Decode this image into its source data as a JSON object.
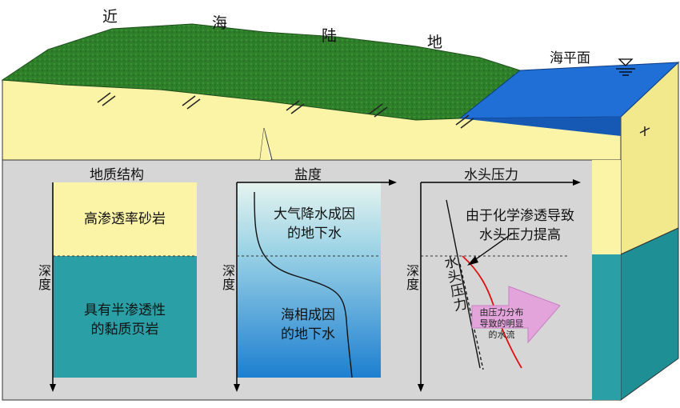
{
  "top_title": [
    "近",
    "海",
    "陆",
    "地"
  ],
  "sea_level_label": "海平面",
  "panels": {
    "geology": {
      "title": "地质结构",
      "upper_layer": "高渗透率砂岩",
      "lower_layer_line1": "具有半渗透性",
      "lower_layer_line2": "的黏质页岩",
      "depth_label": "深度"
    },
    "salinity": {
      "title": "盐度",
      "upper_line1": "大气降水成因",
      "upper_line2": "的地下水",
      "lower_line1": "海相成因",
      "lower_line2": "的地下水",
      "depth_label": "深度"
    },
    "head": {
      "title": "水头压力",
      "annotation_line1": "由于化学渗透导致",
      "annotation_line2": "水头压力提高",
      "curve_label": "水头压力",
      "depth_label": "深度",
      "flow_line1": "由压力分布",
      "flow_line2": "导致的明显",
      "flow_line3": "的水流"
    }
  },
  "colors": {
    "land": "#2e7d32",
    "sand": "#fbf4a6",
    "shale": "#2aa0a6",
    "sea": "#1f6fd6",
    "cross_section": "#d6d6d6",
    "flow_arrow": "#d98ad6",
    "head_curve": "#e01010"
  }
}
